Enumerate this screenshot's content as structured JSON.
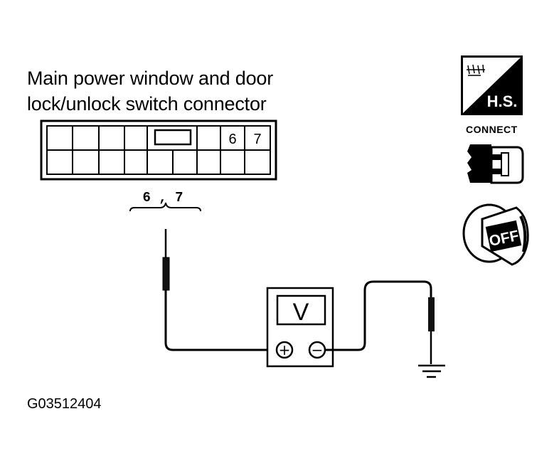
{
  "title_line1": "Main power window and door",
  "title_line2": "lock/unlock switch connector",
  "connector": {
    "pin_labels": [
      "6",
      "7"
    ],
    "terminals_label": "6 , 7"
  },
  "meter": {
    "label": "V",
    "pos_symbol": "+",
    "neg_symbol": "−"
  },
  "icons": {
    "harness_side": "H.S.",
    "connect_label": "CONNECT",
    "ignition_off": "OFF"
  },
  "figure_code": "G03512404"
}
